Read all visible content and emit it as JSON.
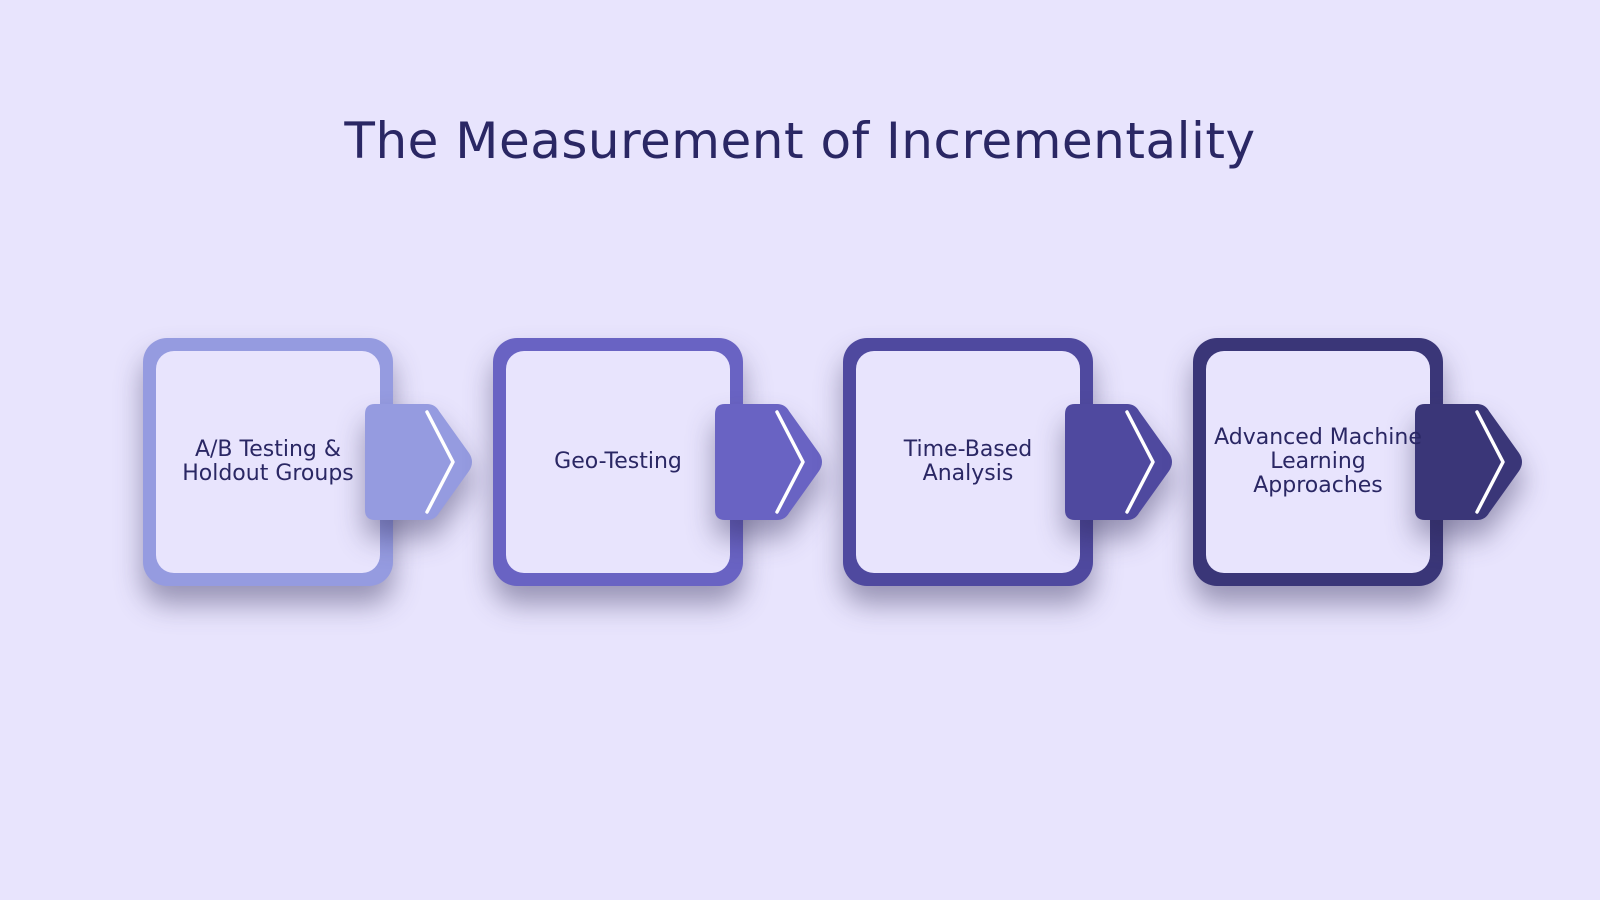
{
  "title": "The Measurement of Incrementality",
  "steps": [
    {
      "label": "A/B Testing & Holdout Groups",
      "color": "#959be0"
    },
    {
      "label": "Geo-Testing",
      "color": "#6963c3"
    },
    {
      "label": "Time-Based Analysis",
      "color": "#4f499f"
    },
    {
      "label": "Advanced Machine Learning Approaches",
      "color": "#3a3678"
    }
  ]
}
